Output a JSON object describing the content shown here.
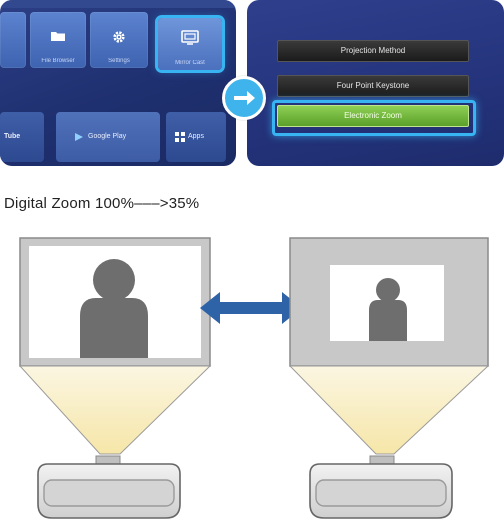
{
  "home_screen": {
    "tiles": [
      {
        "label": "File Browser",
        "icon": "folder-icon"
      },
      {
        "label": "Settings",
        "icon": "gear-icon"
      },
      {
        "label": "Mirror Cast",
        "icon": "screen-mirror-icon",
        "selected": true
      }
    ],
    "row2": {
      "partial_label": "Tube",
      "store_label": "Google Play",
      "apps_label": "Apps"
    }
  },
  "menu": {
    "items": [
      {
        "label": "Projection Method",
        "active": false
      },
      {
        "label": "Four Point Keystone",
        "active": false
      },
      {
        "label": "Electronic Zoom",
        "active": true
      }
    ]
  },
  "caption": "Digital Zoom 100%–––>35%",
  "zoom": {
    "from_percent": 100,
    "to_percent": 35
  },
  "colors": {
    "highlight_blue": "#39b4f2",
    "menu_active_green": "#6bb83a",
    "double_arrow_blue": "#2f63a8",
    "person_gray": "#6e6e6e",
    "frame_gray": "#c8c8c8"
  }
}
